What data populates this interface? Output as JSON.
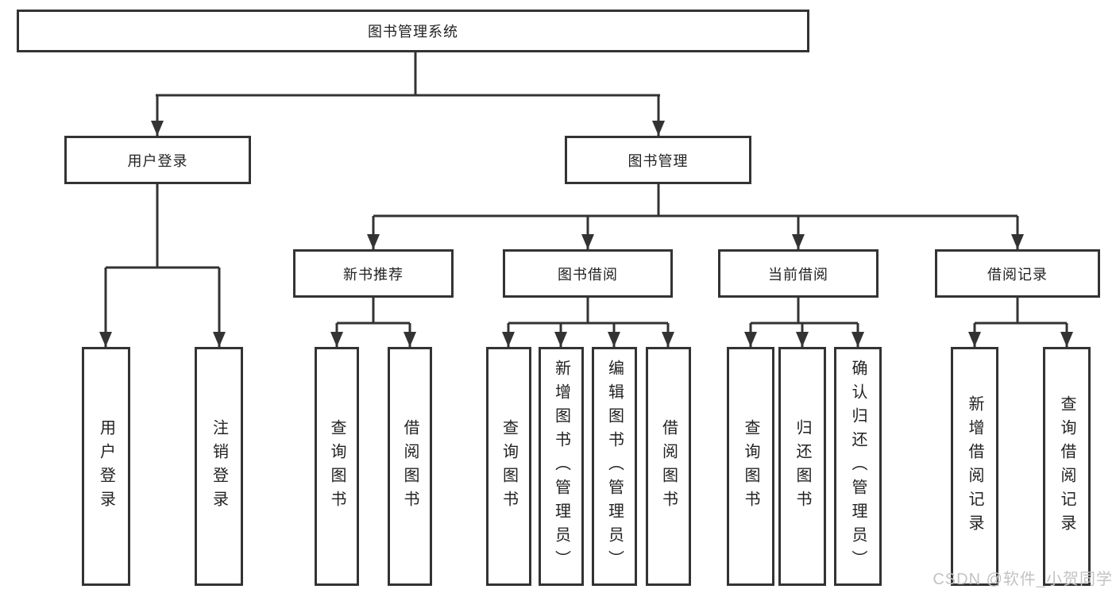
{
  "diagram": {
    "root": {
      "label": "图书管理系统"
    },
    "branches": [
      {
        "label": "用户登录",
        "children": [
          {
            "label": "用户登录"
          },
          {
            "label": "注销登录"
          }
        ]
      },
      {
        "label": "图书管理",
        "children": [
          {
            "label": "新书推荐",
            "children": [
              {
                "label": "查询图书"
              },
              {
                "label": "借阅图书"
              }
            ]
          },
          {
            "label": "图书借阅",
            "children": [
              {
                "label": "查询图书"
              },
              {
                "label": "新增图书（管理员）"
              },
              {
                "label": "编辑图书（管理员）"
              },
              {
                "label": "借阅图书"
              }
            ]
          },
          {
            "label": "当前借阅",
            "children": [
              {
                "label": "查询图书"
              },
              {
                "label": "归还图书"
              },
              {
                "label": "确认归还（管理员）"
              }
            ]
          },
          {
            "label": "借阅记录",
            "children": [
              {
                "label": "新增借阅记录"
              },
              {
                "label": "查询借阅记录"
              }
            ]
          }
        ]
      }
    ],
    "watermark": "CSDN @软件_小贺同学",
    "colors": {
      "line": "#333333",
      "text": "#222222",
      "background": "#ffffff",
      "watermark": "#c3c3c3"
    }
  }
}
